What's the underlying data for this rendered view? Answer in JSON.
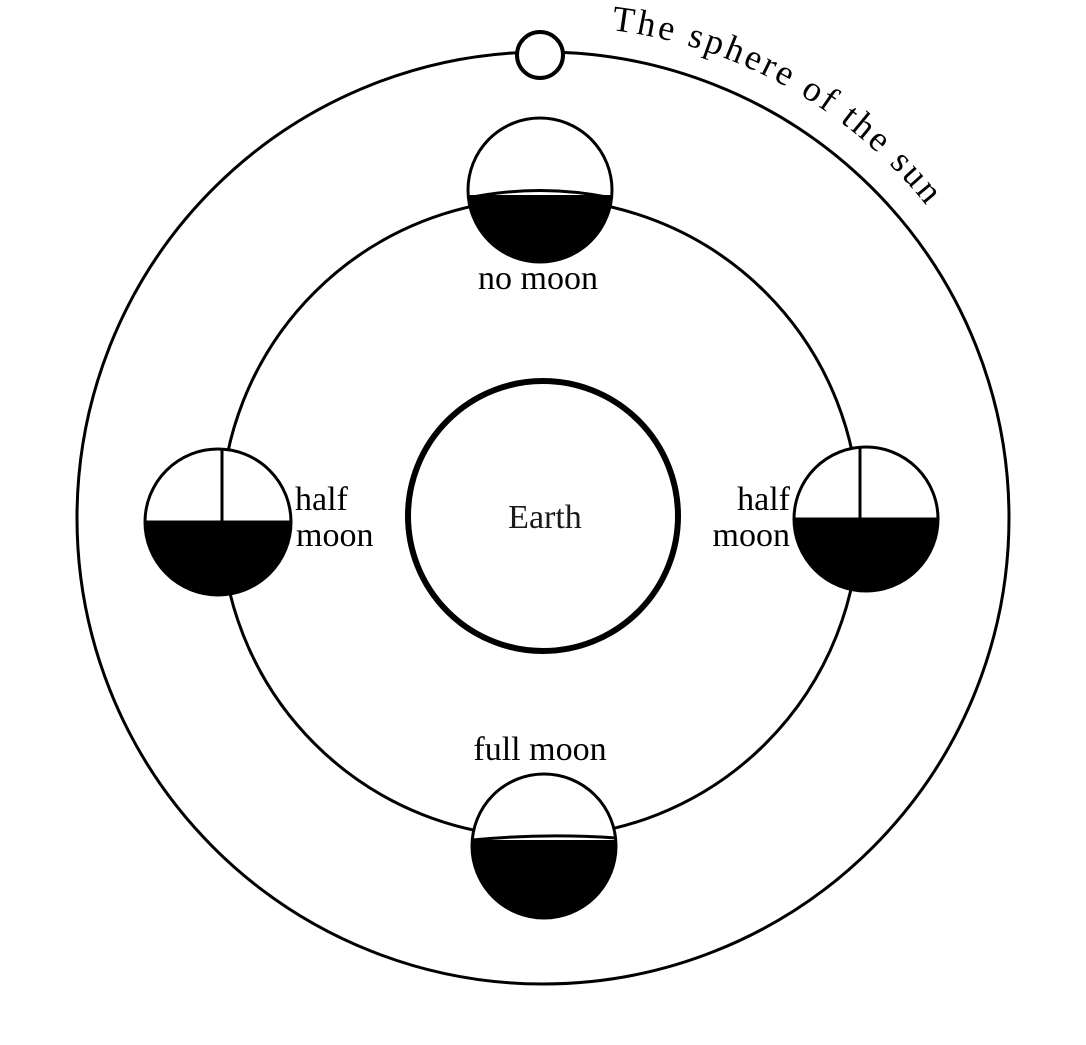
{
  "diagram": {
    "sun_sphere_label": "The sphere of the sun",
    "earth_label": "Earth",
    "phases": {
      "top": "no moon",
      "left_line1": "half",
      "left_line2": "moon",
      "right_line1": "half",
      "right_line2": "moon",
      "bottom": "full moon"
    },
    "colors": {
      "ink": "#000000",
      "paper": "#ffffff"
    }
  }
}
